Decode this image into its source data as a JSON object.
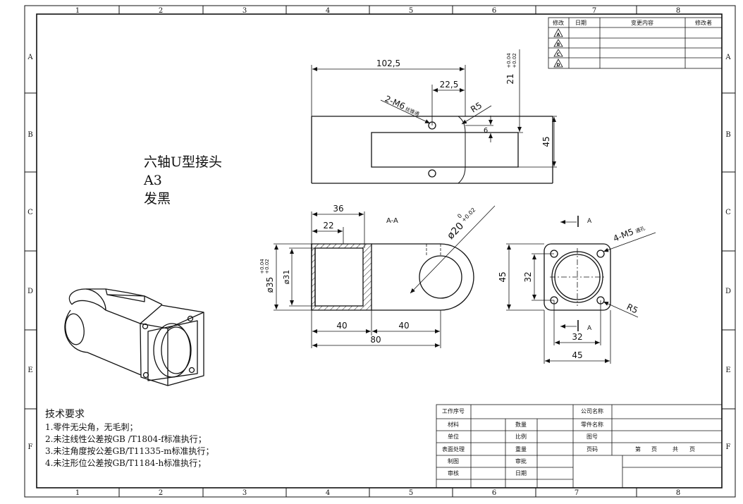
{
  "frame": {
    "columns": [
      "1",
      "2",
      "3",
      "4",
      "5",
      "6",
      "7",
      "8"
    ],
    "rows": [
      "A",
      "B",
      "C",
      "D",
      "E",
      "F"
    ]
  },
  "revision_table": {
    "headers": [
      "修改",
      "日期",
      "变更内容",
      "修改者"
    ],
    "marks": [
      "A",
      "B",
      "C",
      "D"
    ]
  },
  "title_note": {
    "lines": [
      "六轴U型接头",
      "A3",
      "发黑"
    ]
  },
  "tech_requirements": {
    "title": "技术要求",
    "items": [
      "1.零件无尖角，无毛刺；",
      "2.未注线性公差按GB /T1804-f标准执行；",
      "3.未注角度按公差GB/T11335-m标准执行；",
      "4.未注形位公差按GB/T1184-h标准执行；"
    ]
  },
  "top_view": {
    "dim_overall": "102,5",
    "dim_hole_offset": "22,5",
    "dim_slot_offset": "21",
    "dim_slot_tol_upper": "+0.04",
    "dim_slot_tol_lower": "+0.02",
    "dim_holes": "2-M6",
    "dim_holes_suffix": "丝锥通",
    "dim_radius": "R5",
    "dim_slot_depth": "6",
    "dim_height": "45"
  },
  "section_view": {
    "label": "A-A",
    "dim_bore_depth": "36",
    "dim_counterbore_depth": "22",
    "dim_outer_dia": "ø35",
    "dim_outer_tol_upper": "+0.04",
    "dim_outer_tol_lower": "+0.02",
    "dim_inner_dia": "ø31",
    "dim_cross_hole": "ø20",
    "dim_cross_tol_upper": "+0.02",
    "dim_cross_tol_lower": "0",
    "dim_left_len": "40",
    "dim_right_len": "40",
    "dim_total_len": "80"
  },
  "end_view": {
    "section_mark_top": "A",
    "section_mark_bottom": "A",
    "dim_holes": "4-M5",
    "dim_holes_suffix": "通孔",
    "dim_radius": "R5",
    "dim_height": "45",
    "dim_hole_spacing_v": "32",
    "dim_hole_spacing_h": "32",
    "dim_width": "45"
  },
  "title_block": {
    "labels": {
      "work_no": "工作序号",
      "material": "材料",
      "quantity": "数量",
      "unit": "单位",
      "scale": "比例",
      "surface": "表面处理",
      "weight": "重量",
      "draw": "制图",
      "review": "审批",
      "check": "审核",
      "date": "日期",
      "company": "公司名称",
      "part_name": "零件名称",
      "drawing_no": "图号",
      "page_code": "页码",
      "page_of_1": "第",
      "page_of_2": "页",
      "page_of_3": "共",
      "page_of_4": "页"
    }
  }
}
